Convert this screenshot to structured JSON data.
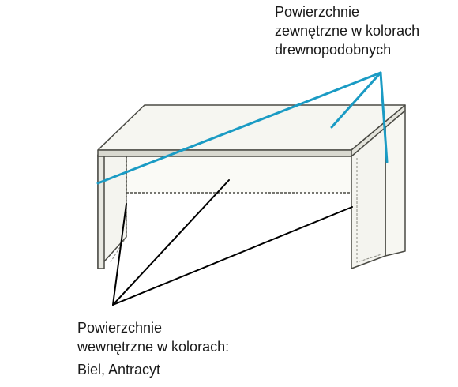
{
  "labels": {
    "outer": {
      "line1": "Powierzchnie",
      "line2": "zewnętrzne w kolorach",
      "line3": "drewnopodobnych"
    },
    "inner": {
      "line1": "Powierzchnie",
      "line2": "wewnętrzne w kolorach:",
      "line3": "Biel, Antracyt"
    }
  },
  "colors": {
    "outer_pointer": "#1a9bc4",
    "inner_pointer": "#000000",
    "outline": "#4a4a44",
    "panel_fill": "#f4f4ef"
  }
}
